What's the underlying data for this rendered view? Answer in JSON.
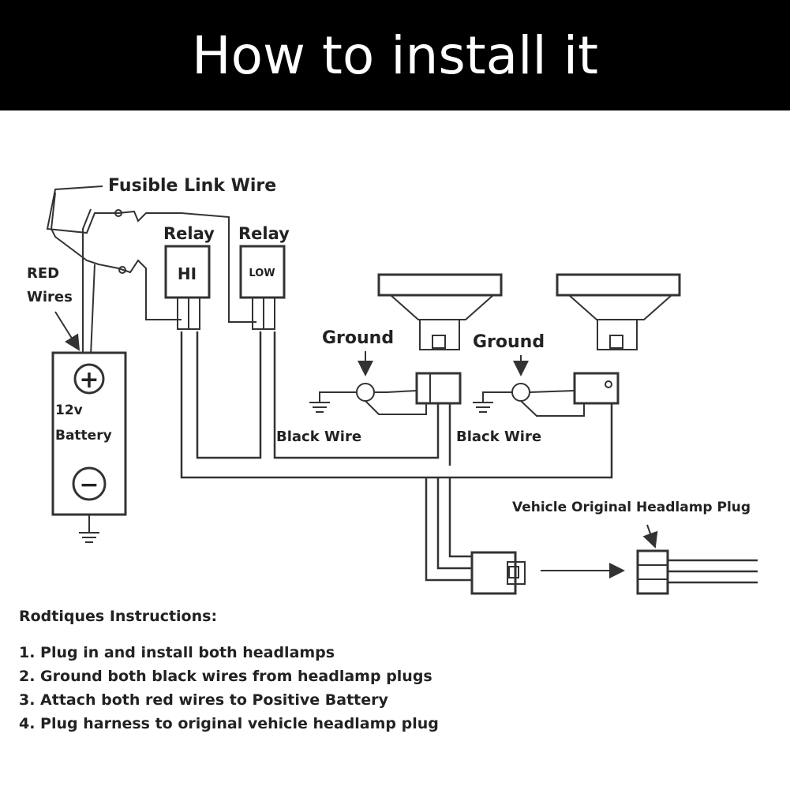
{
  "header": {
    "title": "How to install it"
  },
  "diagram": {
    "fusible_link_label": "Fusible Link Wire",
    "red_wires_label": [
      "RED",
      "Wires"
    ],
    "battery_label": [
      "12v",
      "Battery"
    ],
    "battery_plus": "+",
    "battery_minus": "−",
    "relay_hi": {
      "title": "Relay",
      "tag": "HI"
    },
    "relay_low": {
      "title": "Relay",
      "tag": "LOW"
    },
    "ground_labels": [
      "Ground",
      "Ground"
    ],
    "black_wire_labels": [
      "Black Wire",
      "Black Wire"
    ],
    "vehicle_plug_label": "Vehicle Original Headlamp Plug"
  },
  "instructions": {
    "title": "Rodtiques Instructions:",
    "steps": [
      "1. Plug in and install both headlamps",
      "2. Ground both black wires from headlamp plugs",
      "3. Attach both red wires to Positive Battery",
      "4. Plug harness to original vehicle headlamp plug"
    ]
  }
}
